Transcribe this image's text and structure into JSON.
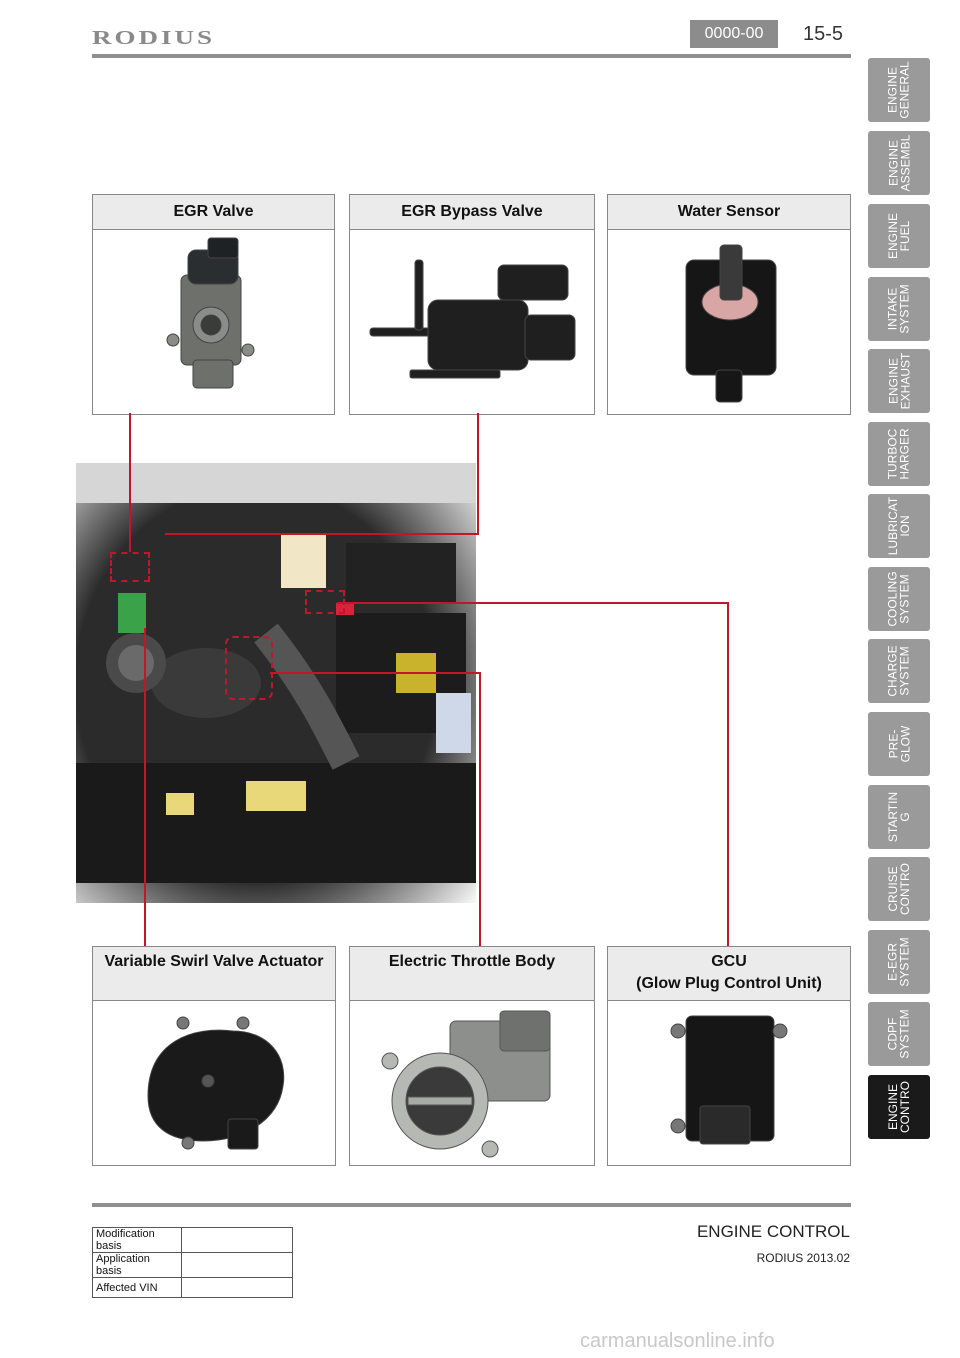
{
  "header": {
    "logo_text": "RODIUS",
    "section_code": "0000-00",
    "page_number": "15-5"
  },
  "side_tabs": [
    {
      "label": "ENGINE\nGENERAL",
      "active": false
    },
    {
      "label": "ENGINE\nASSEMBL",
      "active": false
    },
    {
      "label": "ENGINE\nFUEL",
      "active": false
    },
    {
      "label": "INTAKE\nSYSTEM",
      "active": false
    },
    {
      "label": "ENGINE\nEXHAUST",
      "active": false
    },
    {
      "label": "TURBOC\nHARGER",
      "active": false
    },
    {
      "label": "LUBRICAT\nION",
      "active": false
    },
    {
      "label": "COOLING\nSYSTEM",
      "active": false
    },
    {
      "label": "CHARGE\nSYSTEM",
      "active": false
    },
    {
      "label": "PRE-\nGLOW",
      "active": false
    },
    {
      "label": "STARTIN\nG",
      "active": false
    },
    {
      "label": "CRUISE\nCONTRO",
      "active": false
    },
    {
      "label": "E-EGR\nSYSTEM",
      "active": false
    },
    {
      "label": "CDPF\nSYSTEM",
      "active": false
    },
    {
      "label": "ENGINE\nCONTRO",
      "active": true
    }
  ],
  "components": {
    "egr_valve": "EGR Valve",
    "egr_bypass_valve": "EGR Bypass Valve",
    "water_sensor": "Water Sensor",
    "swirl_actuator": "Variable Swirl Valve Actuator",
    "throttle_body": "Electric Throttle Body",
    "gcu_line1": "GCU",
    "gcu_line2": "(Glow Plug Control Unit)"
  },
  "footer": {
    "title": "ENGINE CONTROL",
    "subtitle": "RODIUS 2013.02",
    "table": [
      {
        "label": "Modification basis",
        "value": ""
      },
      {
        "label": "Application basis",
        "value": ""
      },
      {
        "label": "Affected VIN",
        "value": ""
      }
    ]
  },
  "watermark": "carmanualsonline.info",
  "colors": {
    "leader_line": "#c0172d",
    "active_tab": "#1a1a1a",
    "tab": "#9a9a9a"
  }
}
